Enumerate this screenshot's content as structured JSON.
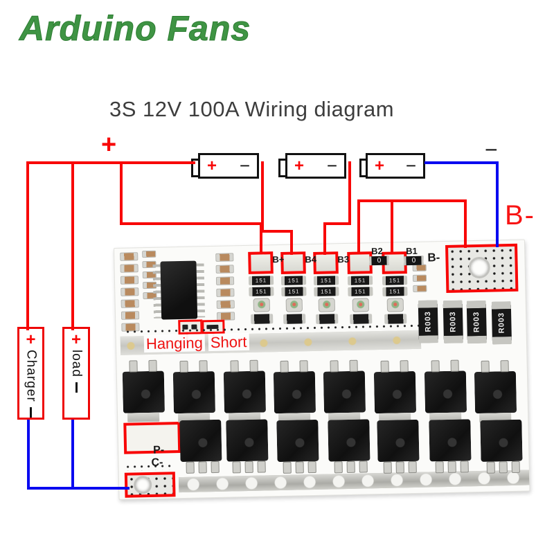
{
  "logo": {
    "text": "Arduino Fans"
  },
  "title": "3S 12V 100A Wiring diagram",
  "colors": {
    "wire_positive": "#f80606",
    "wire_negative": "#0a0af0",
    "annotation_red": "#ee1212",
    "logo_green": "#3f9444"
  },
  "wiring": {
    "pack_plus": "+",
    "pack_minus": "−",
    "b_minus_callout": "B-",
    "battery": {
      "plus": "+",
      "minus": "−"
    },
    "charger": {
      "plus": "+",
      "label": "Charger"
    },
    "load": {
      "plus": "+",
      "label": "load"
    }
  },
  "pcb": {
    "pad_labels": {
      "bp": "B+",
      "b4": "B4",
      "b3": "B3",
      "b2": "B2",
      "b1": "B1",
      "bm": "B-"
    },
    "zero_ohm": "0",
    "balance_resistor": "151",
    "shunt": "R003",
    "annotation": {
      "hanging": "Hanging",
      "short": "Short"
    },
    "p_minus": "P-",
    "c_minus": "C-"
  }
}
